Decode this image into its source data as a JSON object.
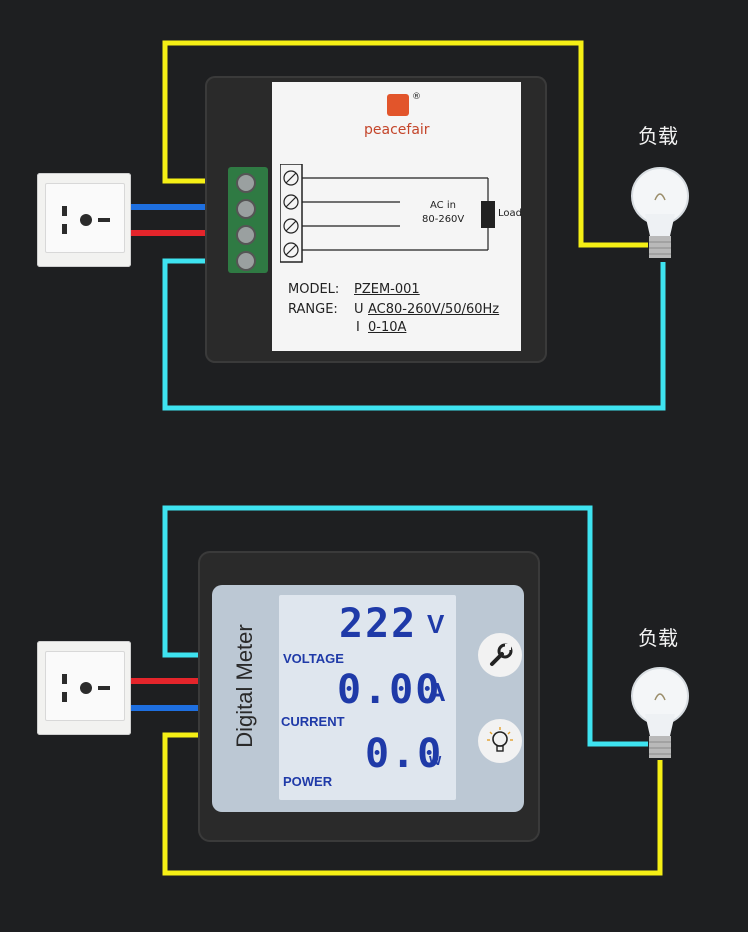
{
  "labels": {
    "load_top": "负载",
    "load_bottom": "负载"
  },
  "top_module": {
    "brand": "peacefair",
    "registered": "®",
    "ac_in": "AC in",
    "voltage_range": "80-260V",
    "load": "Load",
    "model_label": "MODEL:",
    "model_value": "PZEM-001",
    "range_label": "RANGE:",
    "range_u_prefix": "U",
    "range_u_value": "AC80-260V/50/60Hz",
    "range_i_prefix": "I",
    "range_i_value": "0-10A"
  },
  "bottom_module": {
    "title": "Digital Meter",
    "voltage_value": "222",
    "voltage_unit": "V",
    "voltage_caption": "VOLTAGE",
    "current_value": "0.00",
    "current_unit": "A",
    "current_caption": "CURRENT",
    "power_value": "0.0",
    "power_unit": "W",
    "power_caption": "POWER",
    "settings_icon": "wrench-icon",
    "light_icon": "bulb-icon"
  },
  "colors": {
    "background": "#1e1f21",
    "wire_yellow": "#f5ef15",
    "wire_cyan": "#3ee3f0",
    "wire_blue": "#1e6fe0",
    "wire_red": "#e4252b",
    "lcd_digits": "#1f3aa8",
    "logo": "#e2552b"
  }
}
